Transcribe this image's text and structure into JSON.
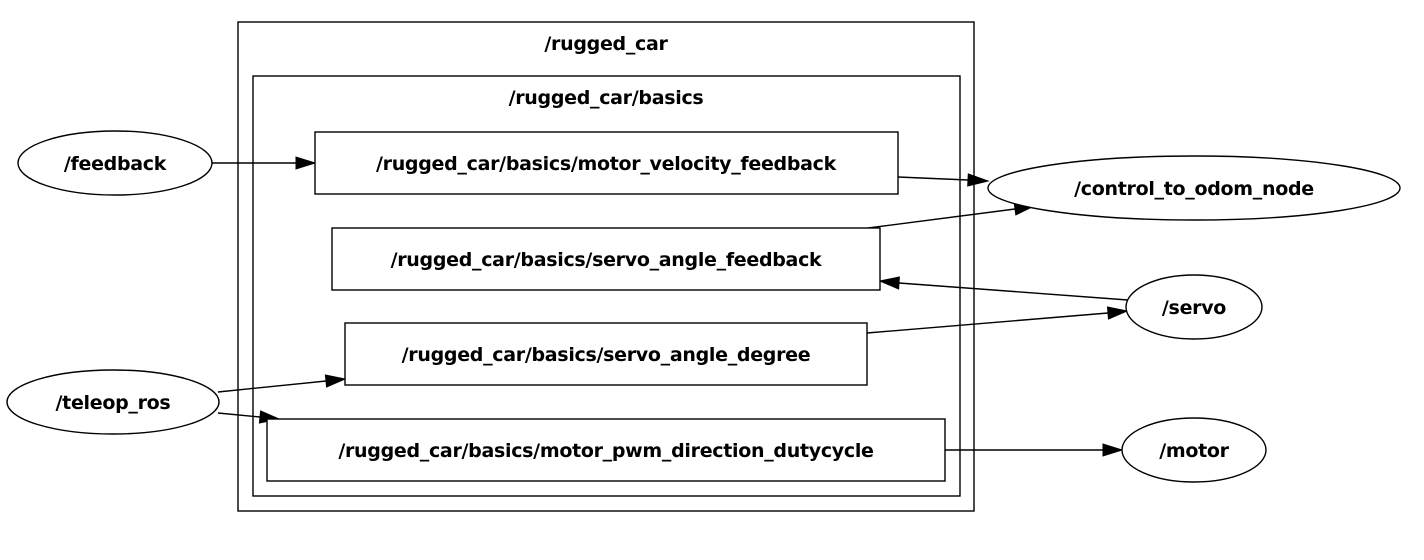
{
  "clusters": {
    "outer": {
      "label": "/rugged_car"
    },
    "inner": {
      "label": "/rugged_car/basics"
    }
  },
  "nodes": {
    "feedback": {
      "label": "/feedback"
    },
    "teleop_ros": {
      "label": "/teleop_ros"
    },
    "control_to_odom_node": {
      "label": "/control_to_odom_node"
    },
    "servo": {
      "label": "/servo"
    },
    "motor": {
      "label": "/motor"
    },
    "motor_velocity_feedback": {
      "label": "/rugged_car/basics/motor_velocity_feedback"
    },
    "servo_angle_feedback": {
      "label": "/rugged_car/basics/servo_angle_feedback"
    },
    "servo_angle_degree": {
      "label": "/rugged_car/basics/servo_angle_degree"
    },
    "motor_pwm_direction_dutycycle": {
      "label": "/rugged_car/basics/motor_pwm_direction_dutycycle"
    }
  },
  "edges": [
    {
      "from": "/feedback",
      "to": "/rugged_car/basics/motor_velocity_feedback"
    },
    {
      "from": "/rugged_car/basics/motor_velocity_feedback",
      "to": "/control_to_odom_node"
    },
    {
      "from": "/rugged_car/basics/servo_angle_feedback",
      "to": "/control_to_odom_node"
    },
    {
      "from": "/servo",
      "to": "/rugged_car/basics/servo_angle_feedback"
    },
    {
      "from": "/rugged_car/basics/servo_angle_degree",
      "to": "/servo"
    },
    {
      "from": "/teleop_ros",
      "to": "/rugged_car/basics/servo_angle_degree"
    },
    {
      "from": "/teleop_ros",
      "to": "/rugged_car/basics/motor_pwm_direction_dutycycle"
    },
    {
      "from": "/rugged_car/basics/motor_pwm_direction_dutycycle",
      "to": "/motor"
    }
  ]
}
